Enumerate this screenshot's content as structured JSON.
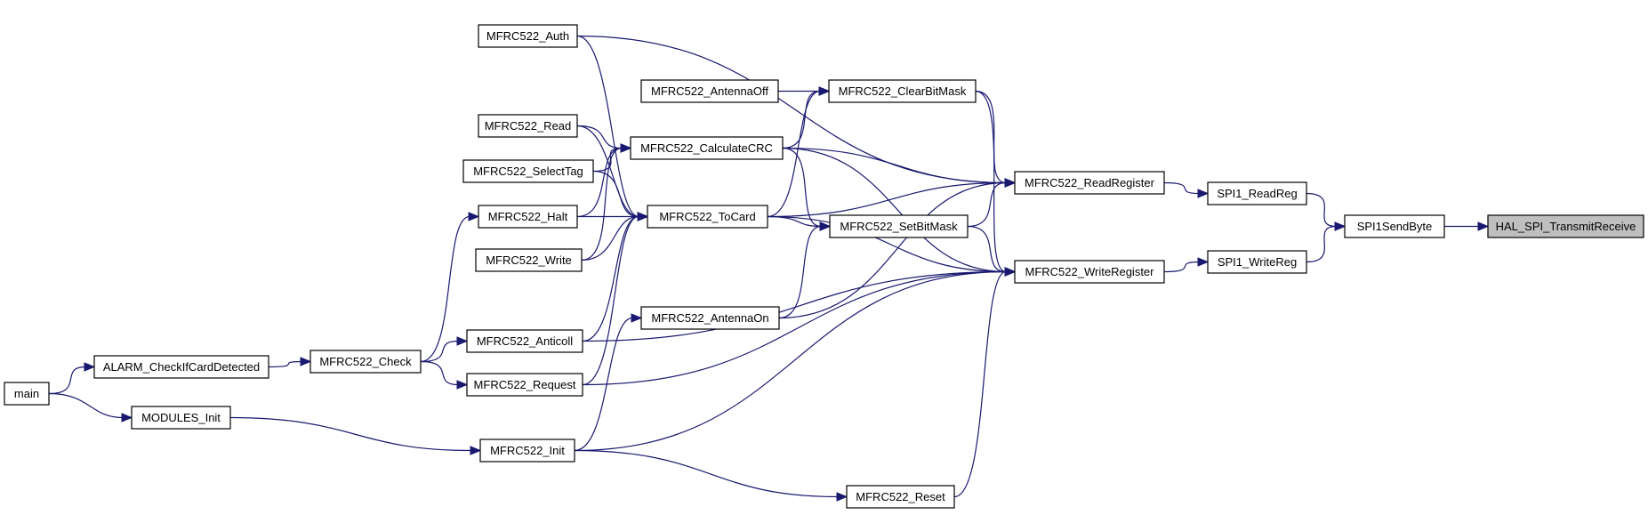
{
  "graph": {
    "type": "call-graph",
    "edge_color": "#191970",
    "root_fill": "#bfbfbf",
    "nodes": [
      {
        "id": "hal",
        "label": "HAL_SPI_TransmitReceive",
        "root": true
      },
      {
        "id": "spi1send",
        "label": "SPI1SendByte"
      },
      {
        "id": "readreg",
        "label": "SPI1_ReadReg"
      },
      {
        "id": "writereg",
        "label": "SPI1_WriteReg"
      },
      {
        "id": "mfrcread",
        "label": "MFRC522_ReadRegister"
      },
      {
        "id": "mfrcwrite",
        "label": "MFRC522_WriteRegister"
      },
      {
        "id": "auth",
        "label": "MFRC522_Auth"
      },
      {
        "id": "antoff",
        "label": "MFRC522_AntennaOff"
      },
      {
        "id": "clearbit",
        "label": "MFRC522_ClearBitMask"
      },
      {
        "id": "read",
        "label": "MFRC522_Read"
      },
      {
        "id": "crc",
        "label": "MFRC522_CalculateCRC"
      },
      {
        "id": "seltag",
        "label": "MFRC522_SelectTag"
      },
      {
        "id": "halt",
        "label": "MFRC522_Halt"
      },
      {
        "id": "tocard",
        "label": "MFRC522_ToCard"
      },
      {
        "id": "setbit",
        "label": "MFRC522_SetBitMask"
      },
      {
        "id": "write",
        "label": "MFRC522_Write"
      },
      {
        "id": "anton",
        "label": "MFRC522_AntennaOn"
      },
      {
        "id": "anticoll",
        "label": "MFRC522_Anticoll"
      },
      {
        "id": "check",
        "label": "MFRC522_Check"
      },
      {
        "id": "alarm",
        "label": "ALARM_CheckIfCardDetected"
      },
      {
        "id": "request",
        "label": "MFRC522_Request"
      },
      {
        "id": "main",
        "label": "main"
      },
      {
        "id": "modinit",
        "label": "MODULES_Init"
      },
      {
        "id": "init",
        "label": "MFRC522_Init"
      },
      {
        "id": "reset",
        "label": "MFRC522_Reset"
      }
    ],
    "edges": [
      [
        "spi1send",
        "hal"
      ],
      [
        "readreg",
        "spi1send"
      ],
      [
        "writereg",
        "spi1send"
      ],
      [
        "mfrcread",
        "readreg"
      ],
      [
        "mfrcwrite",
        "writereg"
      ],
      [
        "auth",
        "mfrcread"
      ],
      [
        "auth",
        "tocard"
      ],
      [
        "antoff",
        "clearbit"
      ],
      [
        "clearbit",
        "mfrcread"
      ],
      [
        "clearbit",
        "mfrcwrite"
      ],
      [
        "read",
        "crc"
      ],
      [
        "read",
        "tocard"
      ],
      [
        "crc",
        "clearbit"
      ],
      [
        "crc",
        "mfrcread"
      ],
      [
        "crc",
        "setbit"
      ],
      [
        "crc",
        "mfrcwrite"
      ],
      [
        "seltag",
        "crc"
      ],
      [
        "seltag",
        "tocard"
      ],
      [
        "halt",
        "crc"
      ],
      [
        "halt",
        "tocard"
      ],
      [
        "tocard",
        "clearbit"
      ],
      [
        "tocard",
        "mfrcread"
      ],
      [
        "tocard",
        "setbit"
      ],
      [
        "tocard",
        "mfrcwrite"
      ],
      [
        "setbit",
        "mfrcread"
      ],
      [
        "setbit",
        "mfrcwrite"
      ],
      [
        "write",
        "crc"
      ],
      [
        "write",
        "tocard"
      ],
      [
        "anton",
        "mfrcread"
      ],
      [
        "anton",
        "setbit"
      ],
      [
        "anticoll",
        "tocard"
      ],
      [
        "anticoll",
        "mfrcwrite"
      ],
      [
        "check",
        "anticoll"
      ],
      [
        "check",
        "request"
      ],
      [
        "check",
        "halt"
      ],
      [
        "alarm",
        "check"
      ],
      [
        "request",
        "tocard"
      ],
      [
        "request",
        "mfrcwrite"
      ],
      [
        "main",
        "alarm"
      ],
      [
        "main",
        "modinit"
      ],
      [
        "modinit",
        "init"
      ],
      [
        "init",
        "anton"
      ],
      [
        "init",
        "mfrcwrite"
      ],
      [
        "init",
        "reset"
      ],
      [
        "reset",
        "mfrcwrite"
      ]
    ]
  }
}
